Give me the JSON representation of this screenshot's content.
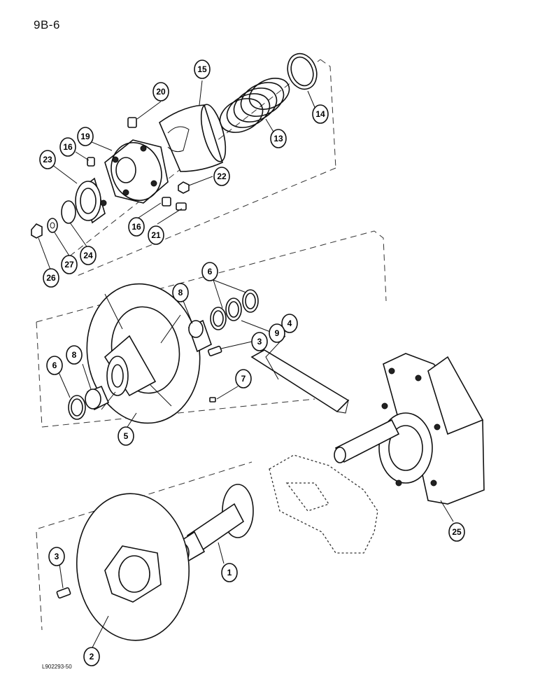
{
  "page": {
    "label": "9B-6",
    "figure_code": "L902293-50"
  },
  "callouts": [
    "1",
    "2",
    "3",
    "3",
    "4",
    "5",
    "6",
    "6",
    "7",
    "8",
    "8",
    "9",
    "13",
    "14",
    "15",
    "16",
    "16",
    "19",
    "20",
    "21",
    "22",
    "23",
    "24",
    "25",
    "26",
    "27"
  ]
}
